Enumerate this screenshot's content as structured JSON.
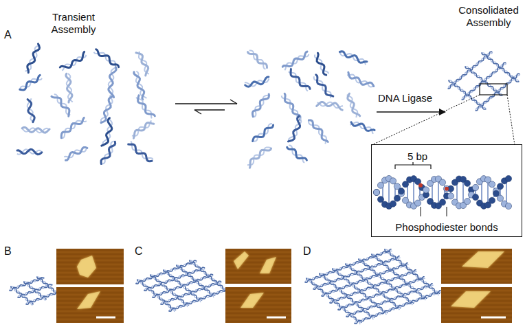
{
  "diagram": {
    "nodes": [
      {
        "text": [
          "5 bp",
          "Phosphodiester bonds"
        ]
      }
    ],
    "labels": [
      "A",
      "Transient Assembly",
      "Consolidated Assembly",
      "DNA Ligase",
      "B",
      "C",
      "D"
    ]
  }
}
